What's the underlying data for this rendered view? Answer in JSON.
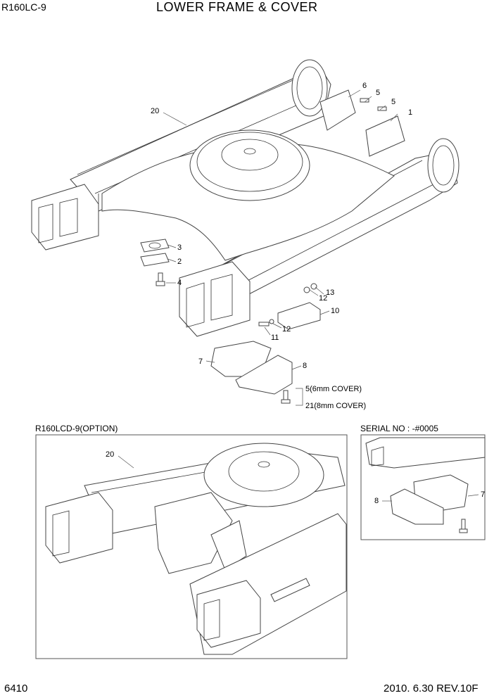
{
  "header": {
    "model": "R160LC-9",
    "title": "LOWER FRAME & COVER"
  },
  "footer": {
    "page_number": "6410",
    "revision": "2010. 6.30  REV.10F"
  },
  "main_callouts": {
    "c1": "1",
    "c2": "2",
    "c3": "3",
    "c4": "4",
    "c5a": "5",
    "c5b": "5",
    "c6": "6",
    "c7": "7",
    "c8": "8",
    "c10": "10",
    "c11": "11",
    "c12a": "12",
    "c12b": "12",
    "c13": "13",
    "c20": "20",
    "c5_6mm": "5(6mm COVER)",
    "c21_8mm": "21(8mm COVER)"
  },
  "option_panel": {
    "caption": "R160LCD-9(OPTION)",
    "c20": "20"
  },
  "serial_panel": {
    "caption": "SERIAL NO : -#0005",
    "c7": "7",
    "c8": "8"
  }
}
